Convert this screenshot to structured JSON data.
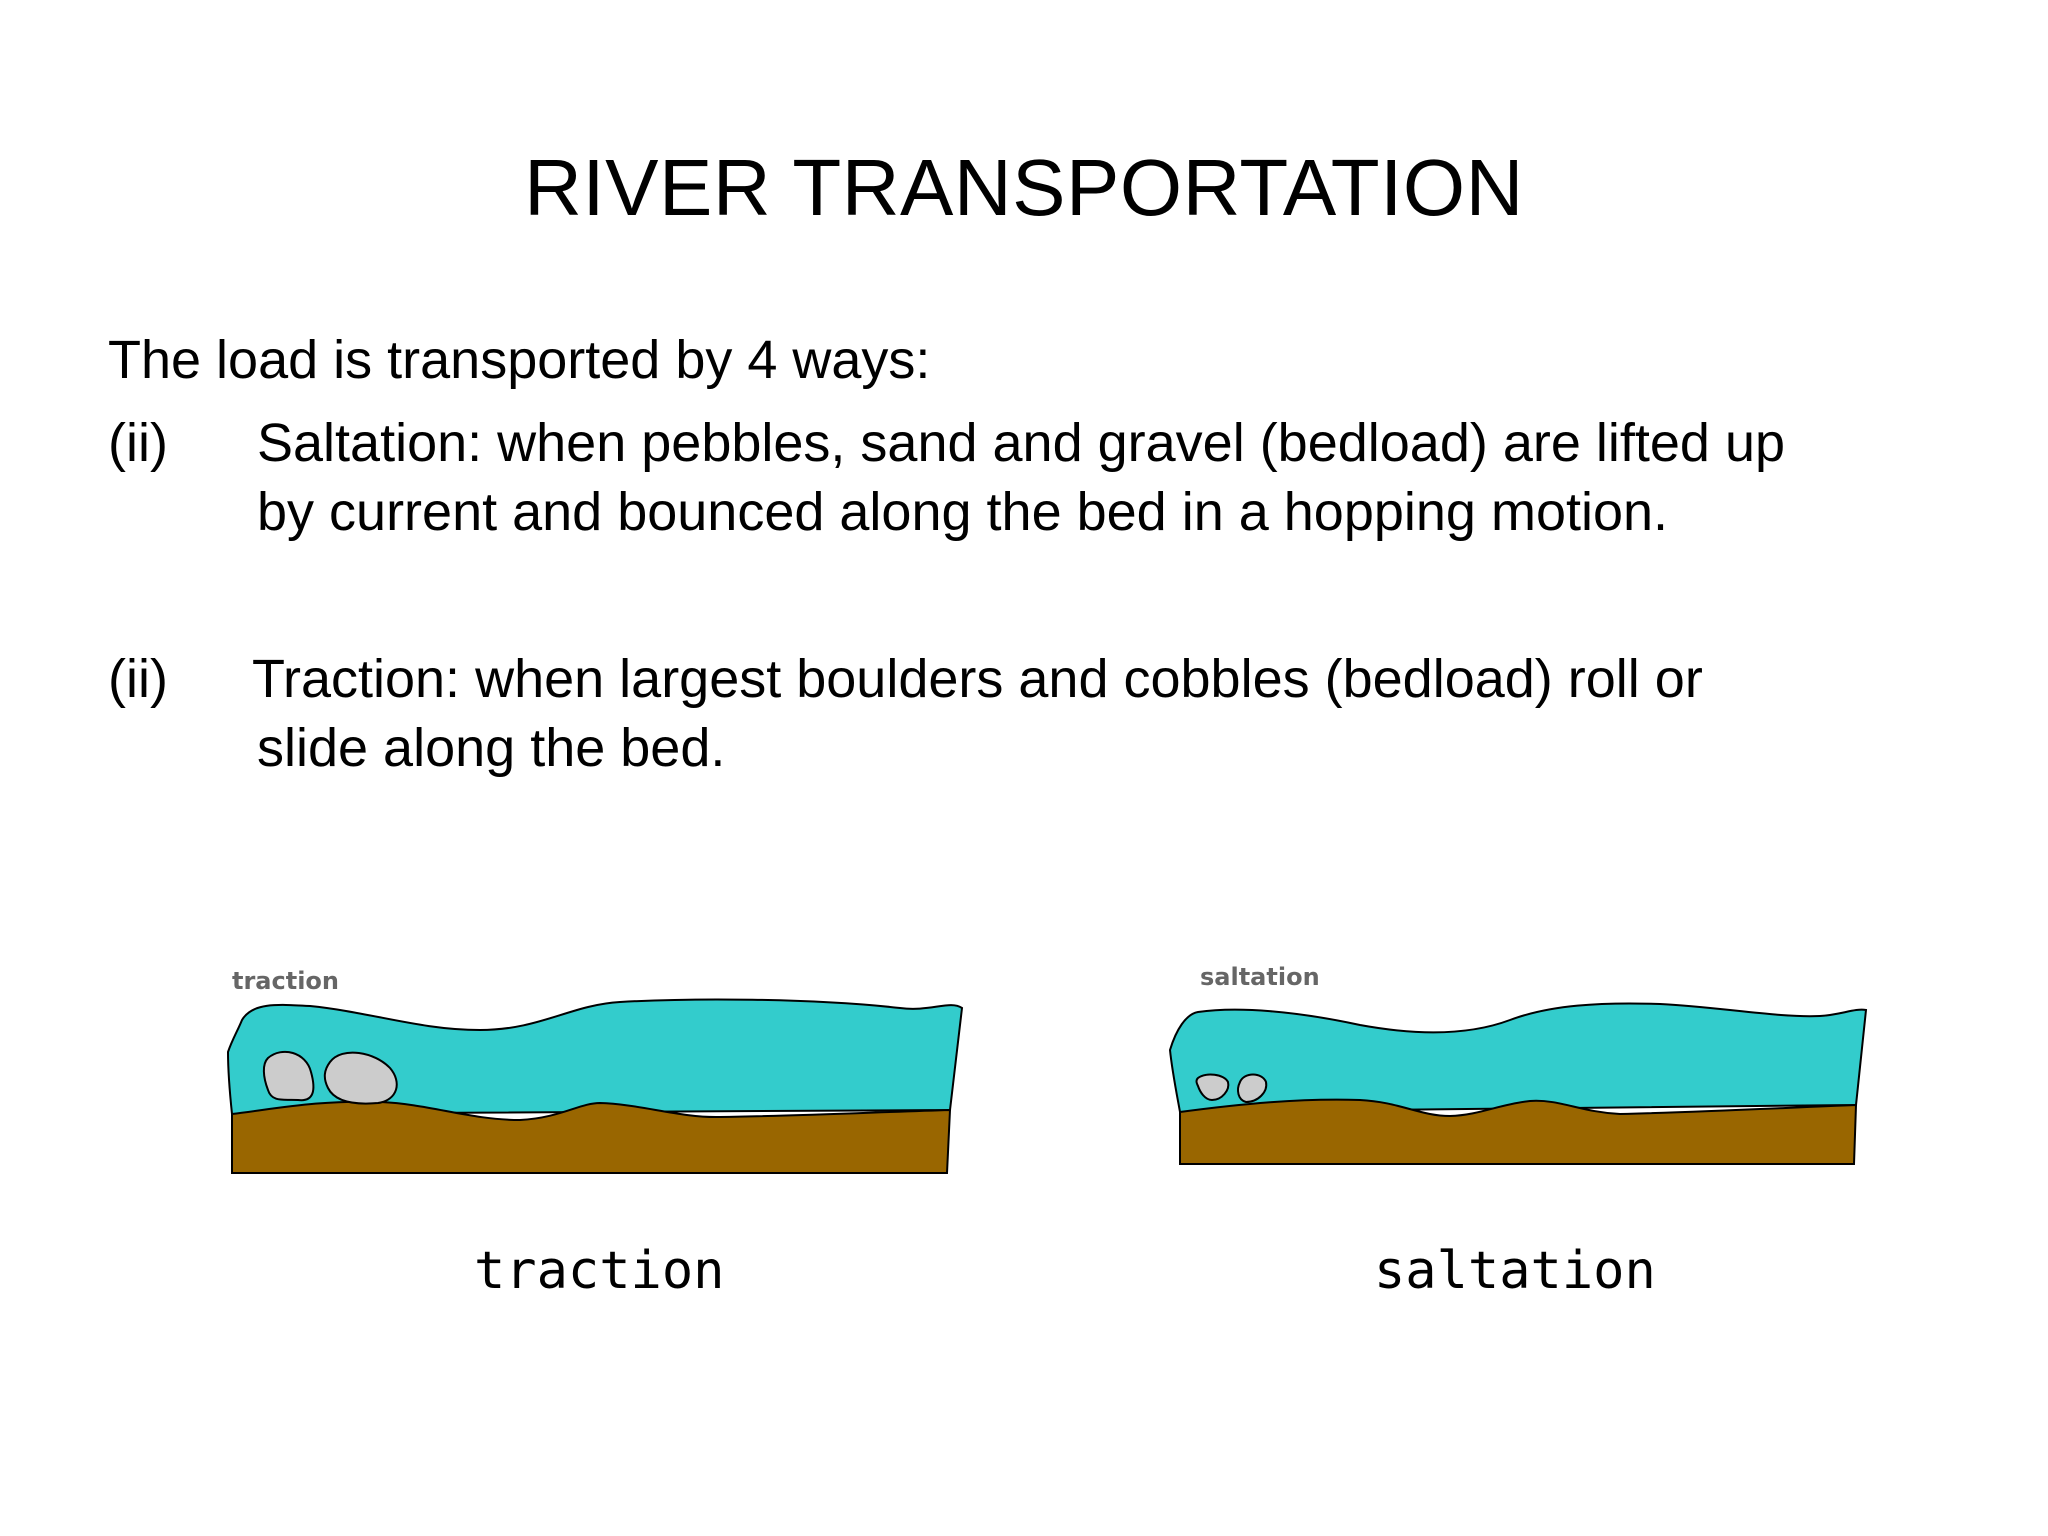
{
  "slide": {
    "title": "RIVER TRANSPORTATION",
    "intro": "The load is transported by 4 ways:",
    "items": [
      {
        "number": "(ii)",
        "lines": [
          "Saltation: when pebbles, sand and gravel (bedload) are lifted up",
          "by current and bounced along the bed in a hopping motion."
        ]
      },
      {
        "number": "(ii)",
        "lines": [
          "Traction: when largest boulders and cobbles (bedload) roll or",
          "slide along the bed."
        ]
      }
    ]
  },
  "diagrams": [
    {
      "inner_label": "traction",
      "caption": "traction",
      "water_color": "#33CCCC",
      "bed_color": "#996600",
      "rock_color": "#CCCCCC"
    },
    {
      "inner_label": "saltation",
      "caption": "saltation",
      "water_color": "#33CCCC",
      "bed_color": "#996600",
      "rock_color": "#CCCCCC"
    }
  ]
}
